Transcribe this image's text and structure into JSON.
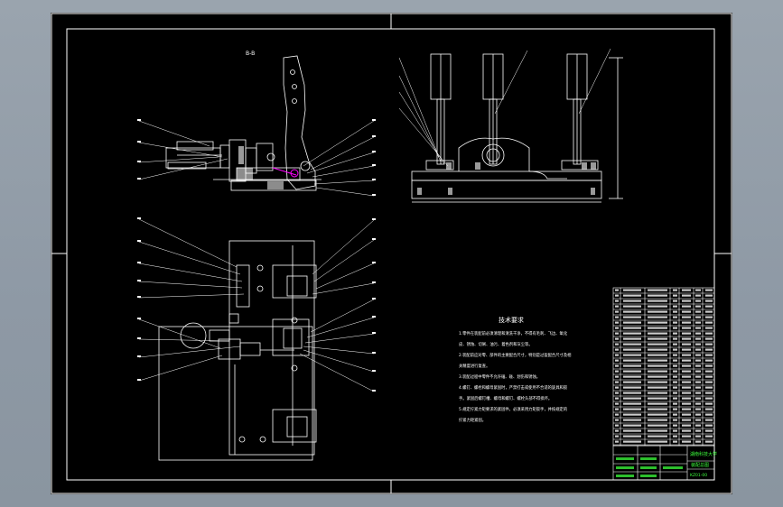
{
  "drawing": {
    "view_top_label": "B-B",
    "requirements_title": "技术要求",
    "requirements": [
      "1.零件在装配前必须清理和清洗干净，不得有毛刺、飞边、氧化",
      "皮、锈蚀、切屑、油污、着色剂和灰尘等。",
      "2.装配前应对零、部件的主要配合尺寸，特别是过盈配合尺寸及相",
      "关精度进行复查。",
      "3.装配过程中零件不允许磕、碰、划伤和锈蚀。",
      "4.螺钉、螺栓和螺母紧固时，严禁打击或使用不合适的旋具和扳",
      "手。紧固后螺钉槽、螺母和螺钉、螺栓头部不得损坏。",
      "5.规定拧紧力矩要求的紧固件，必须采用力矩扳手，并按规定的",
      "拧紧力矩紧固。"
    ],
    "title_block": {
      "school": "湖南科技大学",
      "drawing_name": "装配总图",
      "drawing_no": "KZ01-00"
    }
  },
  "colors": {
    "background": "#000000",
    "line": "#ffffff",
    "accent_magenta": "#ff00ff",
    "title_green": "#3cff3c"
  }
}
